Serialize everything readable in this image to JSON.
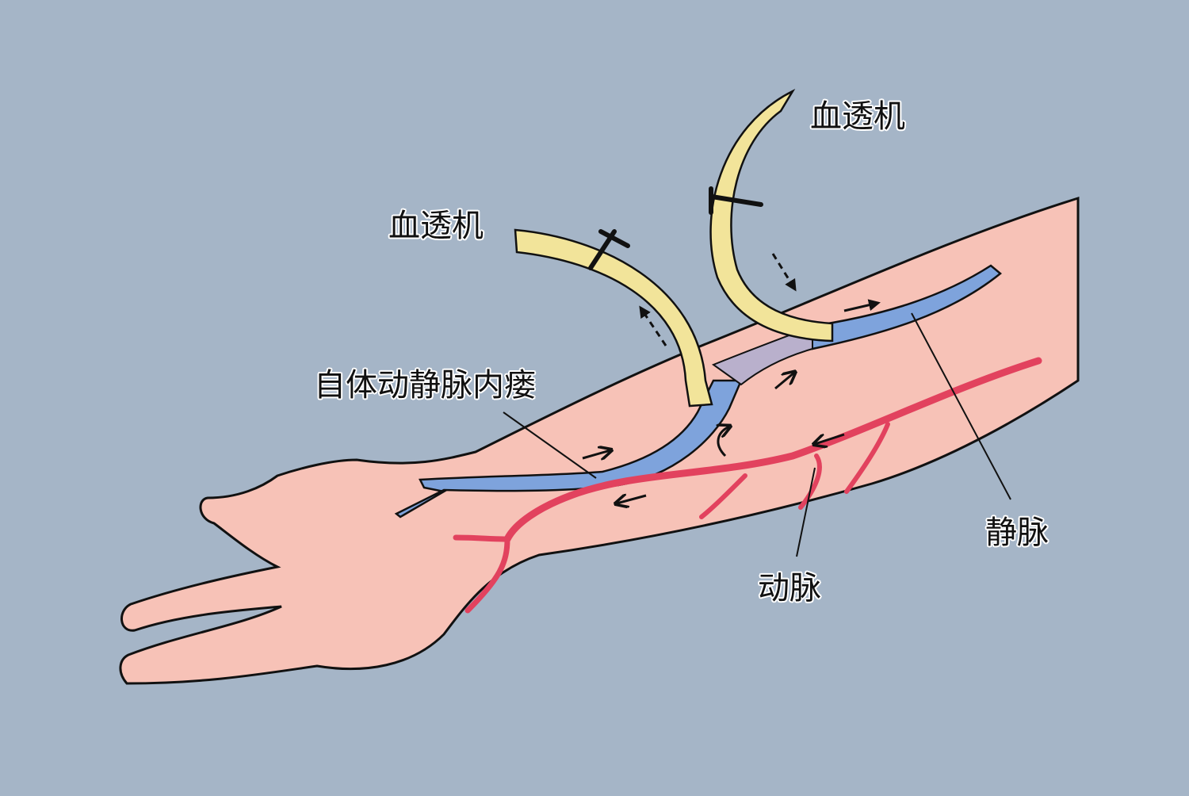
{
  "diagram": {
    "type": "medical-illustration",
    "subject": "arteriovenous fistula for hemodialysis",
    "background_color": "#a5b5c7",
    "colors": {
      "skin": "#f7c2b7",
      "vein": "#7ea3dc",
      "artery": "#e2425e",
      "tube": "#f2e49a",
      "fistula": "#b9b0cc",
      "outline": "#111111"
    },
    "labels": {
      "machine_left": "血透机",
      "machine_right": "血透机",
      "fistula": "自体动静脉内瘘",
      "vein": "静脉",
      "artery": "动脉"
    },
    "flow_arrows": [
      {
        "location": "vein-forearm",
        "direction": "toward-elbow"
      },
      {
        "location": "vein-upper",
        "direction": "toward-elbow"
      },
      {
        "location": "fistula",
        "direction": "artery-to-vein"
      },
      {
        "location": "artery-upper",
        "direction": "toward-hand"
      },
      {
        "location": "artery-lower",
        "direction": "toward-hand"
      },
      {
        "location": "tube-left",
        "direction": "to-machine",
        "style": "dashed"
      },
      {
        "location": "tube-right",
        "direction": "from-machine",
        "style": "dashed"
      }
    ]
  }
}
